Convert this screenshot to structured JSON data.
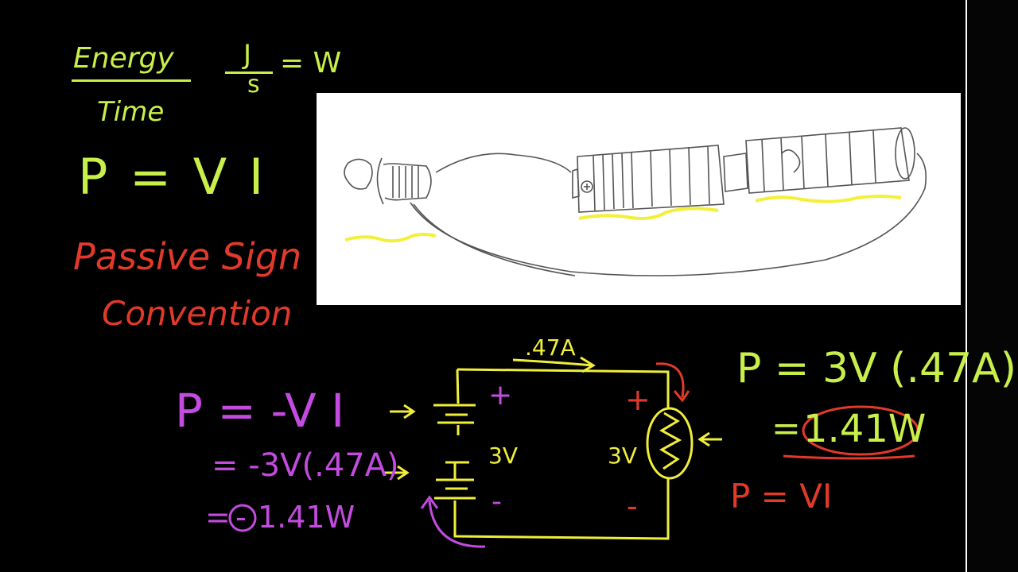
{
  "colors": {
    "green": "#c9ef4a",
    "red": "#e23a2a",
    "purple": "#c34be0",
    "yellow": "#f3f03a",
    "wire": "#f0ee3a",
    "white": "#ffffff"
  },
  "energy": {
    "numerator": "Energy",
    "denominator": "Time",
    "units_numerator": "J",
    "units_denominator": "s",
    "units_result": "= W"
  },
  "power_formula": "P = V I",
  "passive_sign": {
    "line1": "Passive Sign",
    "line2": "Convention"
  },
  "circuit": {
    "current_label": ".47A",
    "battery_voltage": "3V",
    "resistor_voltage": "3V",
    "plus_left": "+",
    "minus_left": "-",
    "plus_right": "+",
    "minus_right": "-"
  },
  "left_calc": {
    "line1": "P = -V I",
    "line2": "= -3V(.47A)",
    "line3_sign": "=",
    "line3_circled": "-",
    "line3_value": "1.41W"
  },
  "right_calc": {
    "line1": "P = 3V (.47A)",
    "line2_eq": "=",
    "line2_value": "1.41W",
    "line3": "P = VI"
  },
  "sketch": {
    "description_icon": "pencil-sketch-battery-bulb"
  }
}
